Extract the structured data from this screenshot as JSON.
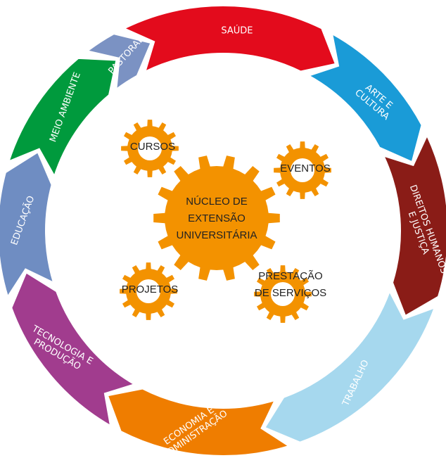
{
  "ring": {
    "segments": [
      {
        "lines": [
          "SAÚDE"
        ],
        "color": "#e30b1c"
      },
      {
        "lines": [
          "ARTE E",
          "CULTURA"
        ],
        "color": "#1a9bd7"
      },
      {
        "lines": [
          "DIREITOS HUMANOS",
          "E JUSTIÇA"
        ],
        "color": "#8a1c17"
      },
      {
        "lines": [
          "TRABALHO"
        ],
        "color": "#a6d8ee"
      },
      {
        "lines": [
          "ECONOMIA E",
          "ADMINISTRAÇÃO"
        ],
        "color": "#ef7d00"
      },
      {
        "lines": [
          "TECNOLOGIA E",
          "PRODUÇÃO"
        ],
        "color": "#a13c8e"
      },
      {
        "lines": [
          "EDUCAÇÃO"
        ],
        "color": "#6f8dc2"
      },
      {
        "lines": [
          "MEIO AMBIENTE"
        ],
        "color": "#009a3d"
      },
      {
        "lines": [
          "PASTORAL"
        ],
        "color": "#7b92c3"
      }
    ]
  },
  "gears": {
    "color": "#f39200",
    "main": {
      "lines": [
        "NÚCLEO DE",
        "EXTENSÃO",
        "UNIVERSITÁRIA"
      ]
    },
    "satellites": [
      {
        "lines": [
          "CURSOS"
        ]
      },
      {
        "lines": [
          "EVENTOS"
        ]
      },
      {
        "lines": [
          "PROJETOS"
        ]
      },
      {
        "lines": [
          "PRESTAÇÃO",
          "DE SERVIÇOS"
        ]
      }
    ]
  }
}
